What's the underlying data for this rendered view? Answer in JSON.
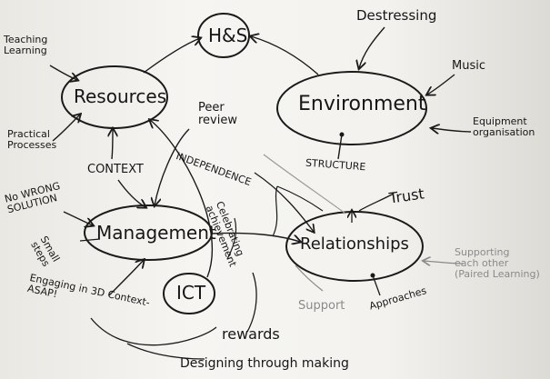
{
  "nodes": {
    "hs": "H&S",
    "resources": "Resources",
    "environment": "Environment",
    "management": "Management",
    "relationships": "Relationships",
    "ict": "ICT"
  },
  "labels": {
    "destressing": "Destressing",
    "music": "Music",
    "equipment": "Equipment\norganisation",
    "teaching_learning": "Teaching\nLearning",
    "practical_processes": "Practical\nProcesses",
    "peer_review": "Peer\nreview",
    "context": "CONTEXT",
    "independence": "INDEPENDENCE",
    "structure": "STRUCTURE",
    "trust": "Trust",
    "no_wrong_solution": "No WRONG\nSOLUTION",
    "small_steps": "Small\nsteps",
    "celebrating_achievement": "Celebrating\nachievement",
    "supporting_each_other": "Supporting\neach other\n(Paired Learning)",
    "support": "Support",
    "approaches": "Approaches",
    "rewards": "rewards",
    "engaging": "Engaging in 3D Context-\nASAP!",
    "designing": "Designing through making"
  },
  "colors": {
    "ink": "#161616",
    "grey_ink": "#8a8a8a",
    "board": "#f3f2ee"
  }
}
